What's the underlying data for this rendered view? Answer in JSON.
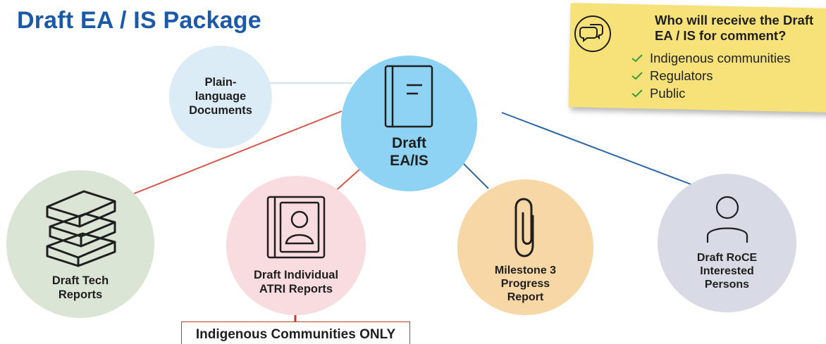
{
  "page": {
    "title": "Draft EA / IS Package"
  },
  "callout": {
    "question": "Who will receive the Draft EA / IS for comment?",
    "recipients": [
      "Indigenous communities",
      "Regulators",
      "Public"
    ],
    "icon": "chat-bubbles-icon"
  },
  "nodes": {
    "center": {
      "label": "Draft\nEA/IS",
      "icon": "document-icon"
    },
    "plain_language": {
      "label": "Plain-\nlanguage\nDocuments"
    },
    "tech_reports": {
      "label": "Draft Tech\nReports",
      "icon": "books-icon"
    },
    "atri_reports": {
      "label": "Draft Individual\nATRI Reports",
      "icon": "contact-book-icon"
    },
    "milestone": {
      "label": "Milestone 3\nProgress\nReport",
      "icon": "paperclip-icon"
    },
    "roce": {
      "label": "Draft RoCE\nInterested\nPersons",
      "icon": "person-icon"
    }
  },
  "note": {
    "text": "Indigenous Communities ONLY"
  },
  "colors": {
    "title": "#1c5aa6",
    "center": "#8fd3f4",
    "plain_language": "#dcecf6",
    "tech_reports": "#dbe5d5",
    "atri_reports": "#f9dcdf",
    "milestone": "#f8d7a6",
    "roce": "#d8dbe5",
    "callout": "#f7e27a",
    "red_line": "#d4574a",
    "blue_line": "#2c66a6"
  }
}
